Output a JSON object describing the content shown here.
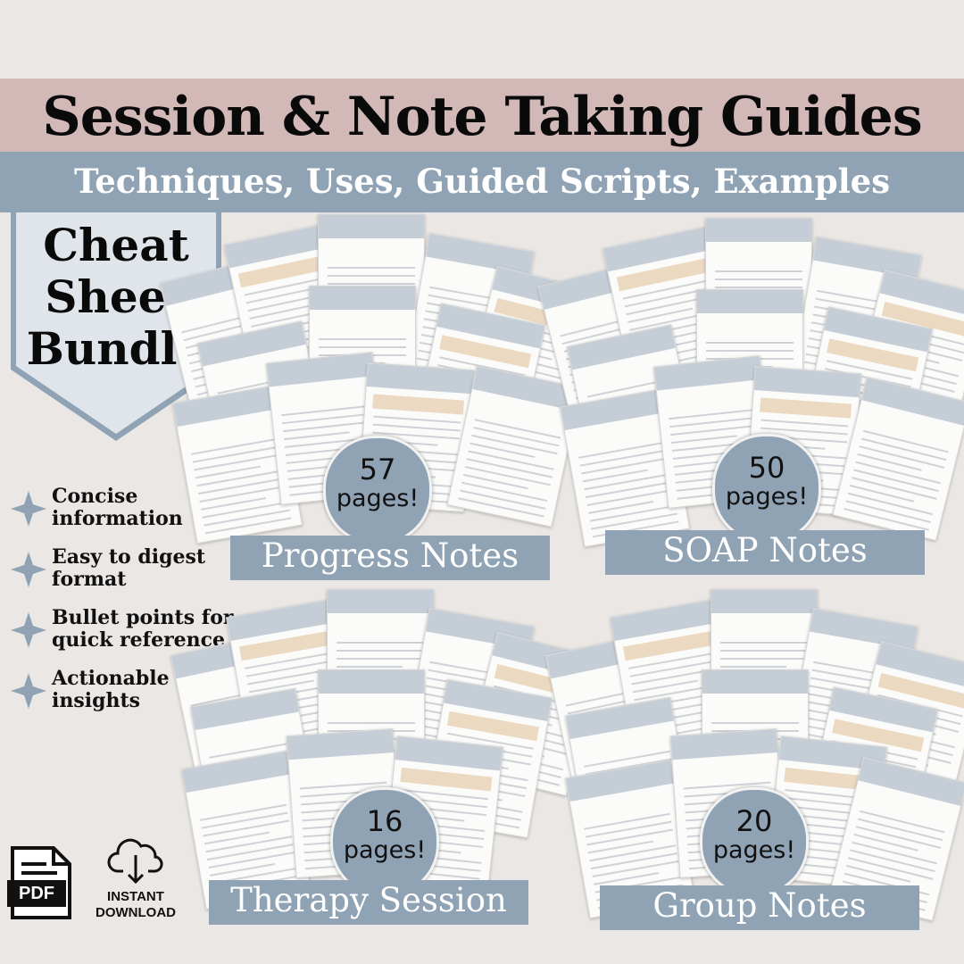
{
  "header": {
    "title": "Session & Note Taking Guides",
    "subtitle": "Techniques, Uses, Guided Scripts, Examples"
  },
  "badge": {
    "lines": [
      "Cheat",
      "Sheet",
      "Bundle"
    ]
  },
  "features": [
    {
      "text": "Concise information",
      "icon": "star-icon"
    },
    {
      "text": "Easy to digest format",
      "icon": "star-icon"
    },
    {
      "text": "Bullet points for quick reference",
      "icon": "star-icon"
    },
    {
      "text": "Actionable insights",
      "icon": "star-icon"
    }
  ],
  "download": {
    "pdf_label": "PDF",
    "instant": "INSTANT",
    "download": "DOWNLOAD"
  },
  "bundles": [
    {
      "label": "Progress Notes",
      "count": "57",
      "pages": "pages!"
    },
    {
      "label": "SOAP Notes",
      "count": "50",
      "pages": "pages!"
    },
    {
      "label": "Therapy Session",
      "count": "16",
      "pages": "pages!"
    },
    {
      "label": "Group Notes",
      "count": "20",
      "pages": "pages!"
    }
  ],
  "colors": {
    "title_band": "#d2b9b8",
    "accent_blue": "#8fa3b5",
    "background": "#ebe7e4"
  }
}
